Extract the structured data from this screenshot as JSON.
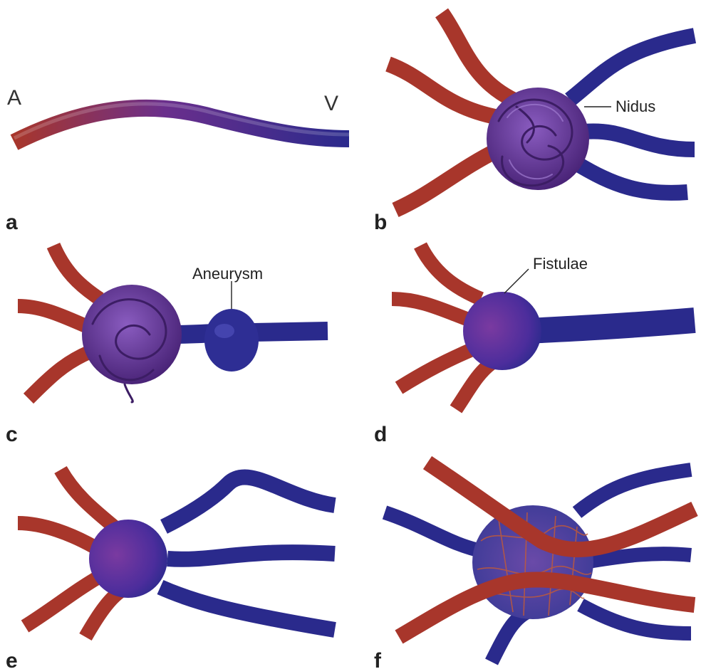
{
  "colors": {
    "artery": "#a8362b",
    "artery_highlight": "#d06a5c",
    "vein": "#2a2a8c",
    "vein_highlight": "#5a5ac8",
    "nidus": "#5b2d8c",
    "nidus_highlight": "#8a5cc0"
  },
  "panels": {
    "a": {
      "letter": "a",
      "label_artery": "A",
      "label_vein": "V"
    },
    "b": {
      "letter": "b",
      "annotation": "Nidus"
    },
    "c": {
      "letter": "c",
      "annotation": "Aneurysm"
    },
    "d": {
      "letter": "d",
      "annotation": "Fistulae"
    },
    "e": {
      "letter": "e"
    },
    "f": {
      "letter": "f"
    }
  }
}
